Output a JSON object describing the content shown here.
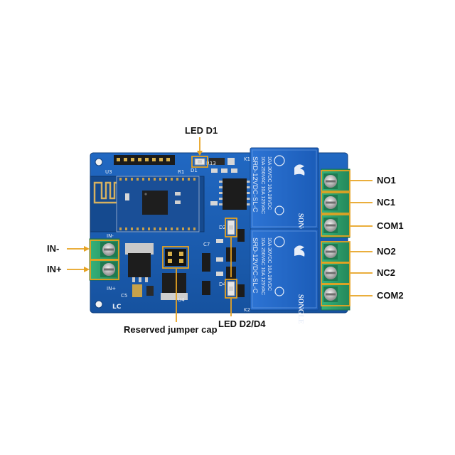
{
  "labels": {
    "led_d1": "LED D1",
    "led_d2_d4": "LED D2/D4",
    "reserved_jumper_cap": "Reserved jumper cap",
    "in_minus": "IN-",
    "in_plus": "IN+",
    "no1": "NO1",
    "nc1": "NC1",
    "com1": "COM1",
    "no2": "NO2",
    "nc2": "NC2",
    "com2": "COM2"
  },
  "board": {
    "silkscreen": {
      "u3": "U3",
      "r1": "R1",
      "r13": "R13",
      "d1": "D1",
      "k1": "K1",
      "k2": "K2",
      "c7": "C7",
      "c5": "C5",
      "u4": "U4",
      "in_minus": "IN-",
      "in_plus": "IN+",
      "d2": "D2",
      "d4": "D4",
      "lc": "LC"
    },
    "relay_text": {
      "brand": "SONGLE",
      "model": "SRD-12VDC-SL-C",
      "rating_1": "10A 250VAC  10A 125VAC",
      "rating_2": "10A 30VDC  10A 28VDC"
    }
  },
  "colors": {
    "callout_box": "#e7a321",
    "board": "#1a5fb4",
    "relay": "#1f66c9",
    "terminal": "#2fa56a"
  }
}
